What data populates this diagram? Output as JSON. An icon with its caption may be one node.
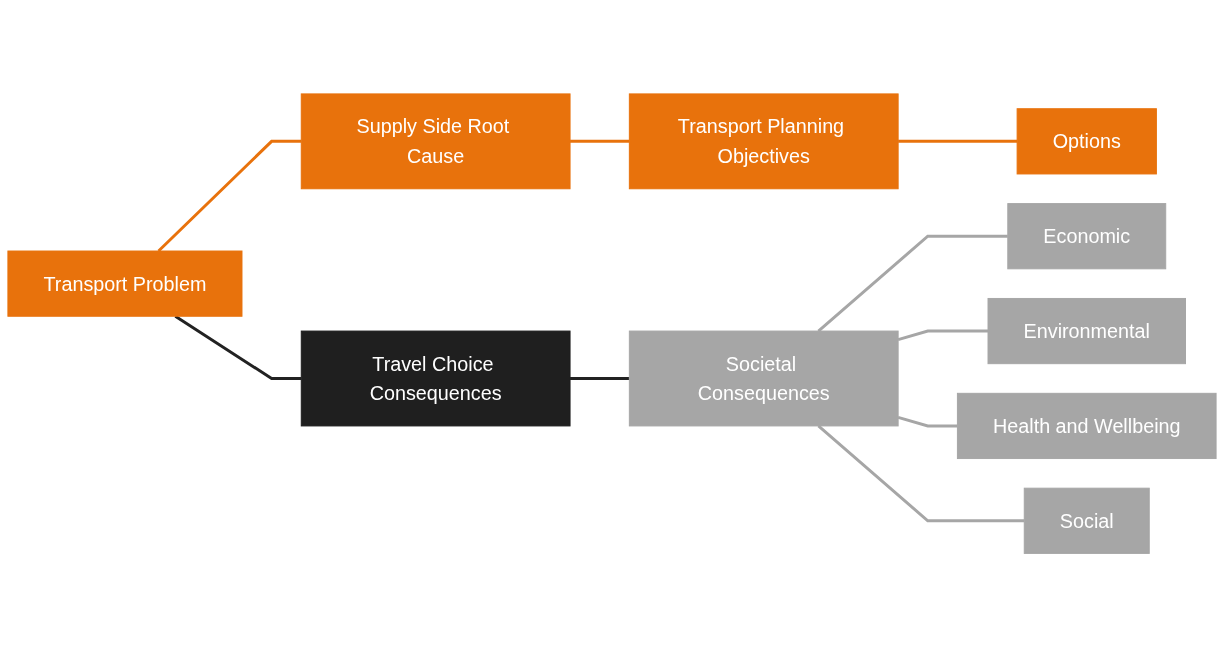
{
  "diagram": {
    "nodes": [
      {
        "text": [
          "Transport Problem"
        ]
      },
      {
        "text": [
          "Supply Side Root Cause"
        ]
      },
      {
        "text": [
          "Transport Planning Objectives"
        ]
      },
      {
        "text": [
          "Options"
        ]
      },
      {
        "text": [
          "Travel Choice Consequences"
        ]
      },
      {
        "text": [
          "Societal Consequences"
        ]
      },
      {
        "text": [
          "Economic"
        ]
      },
      {
        "text": [
          "Environmental"
        ]
      },
      {
        "text": [
          "Health and Wellbeing"
        ]
      },
      {
        "text": [
          "Social"
        ]
      }
    ],
    "edges": [
      {
        "from": 0,
        "to": 1,
        "arrow": "none",
        "color": "#e8720c"
      },
      {
        "from": 1,
        "to": 2,
        "arrow": "none",
        "color": "#e8720c"
      },
      {
        "from": 2,
        "to": 3,
        "arrow": "none",
        "color": "#e8720c"
      },
      {
        "from": 0,
        "to": 4,
        "arrow": "none",
        "color": "#222222"
      },
      {
        "from": 4,
        "to": 5,
        "arrow": "none",
        "color": "#222222"
      },
      {
        "from": 5,
        "to": 6,
        "arrow": "none"
      },
      {
        "from": 5,
        "to": 7,
        "arrow": "none"
      },
      {
        "from": 5,
        "to": 8,
        "arrow": "none"
      },
      {
        "from": 5,
        "to": 9,
        "arrow": "none"
      }
    ]
  }
}
